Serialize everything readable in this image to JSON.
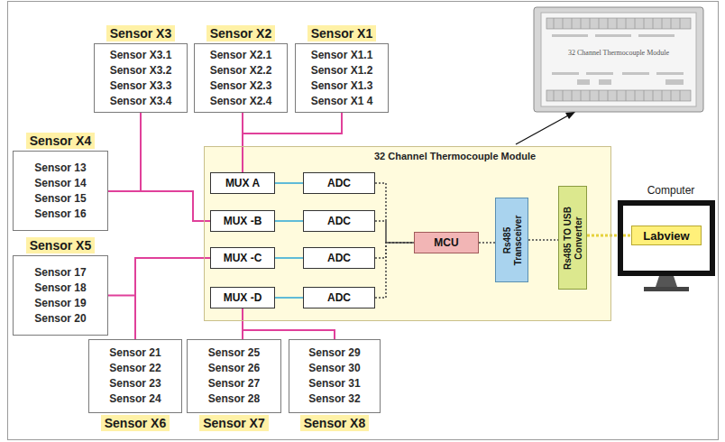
{
  "diagram": {
    "nodes": [
      {
        "text": [
          "Sensor X3",
          "Sensor X3.1",
          "Sensor X3.2",
          "Sensor X3.3",
          "Sensor X3.4"
        ]
      },
      {
        "text": [
          "Sensor X2",
          "Sensor X2.1",
          "Sensor X2.2",
          "Sensor X2.3",
          "Sensor X2.4"
        ]
      },
      {
        "text": [
          "Sensor X1",
          "Sensor X1.1",
          "Sensor X1.2",
          "Sensor X1.3",
          "Sensor X1 4"
        ]
      },
      {
        "text": [
          "Sensor X4",
          "Sensor 13",
          "Sensor 14",
          "Sensor 15",
          "Sensor 16"
        ]
      },
      {
        "text": [
          "Sensor X5",
          "Sensor 17",
          "Sensor 18",
          "Sensor 19",
          "Sensor 20"
        ]
      },
      {
        "text": [
          "32 Channel Thermocouple Module"
        ]
      },
      {
        "text": [
          "MUX A"
        ],
        "in": 5
      },
      {
        "text": [
          "ADC"
        ],
        "in": 5
      },
      {
        "text": [
          "MUX -B"
        ],
        "in": 5
      },
      {
        "text": [
          "ADC"
        ],
        "in": 5
      },
      {
        "text": [
          "MUX -C"
        ],
        "in": 5
      },
      {
        "text": [
          "ADC"
        ],
        "in": 5
      },
      {
        "text": [
          "MUX -D"
        ],
        "in": 5
      },
      {
        "text": [
          "ADC"
        ],
        "in": 5
      },
      {
        "text": [
          "MCU"
        ],
        "in": 5
      },
      {
        "text": [
          "Rs485 Transceiver"
        ],
        "in": 5
      },
      {
        "text": [
          "Rs485 TO USB Converter"
        ],
        "in": 5
      },
      {
        "text": [
          "Computer"
        ]
      },
      {
        "text": [
          "Labview"
        ],
        "in": 17
      },
      {
        "text": [
          "Sensor X6",
          "Sensor 21",
          "Sensor 22",
          "Sensor 23",
          "Sensor 24"
        ]
      },
      {
        "text": [
          "Sensor X7",
          "Sensor 25",
          "Sensor 26",
          "Sensor 27",
          "Sensor 28"
        ]
      },
      {
        "text": [
          "Sensor X8",
          "Sensor 29",
          "Sensor 30",
          "Sensor 31",
          "Sensor 32"
        ]
      }
    ],
    "edges": [
      {
        "from": 0,
        "to": 8,
        "arrow": "none"
      },
      {
        "from": 3,
        "to": 8,
        "arrow": "none"
      },
      {
        "from": 1,
        "to": 6,
        "arrow": "none"
      },
      {
        "from": 2,
        "to": 6,
        "arrow": "none"
      },
      {
        "from": 4,
        "to": 10,
        "arrow": "none"
      },
      {
        "from": 19,
        "to": 10,
        "arrow": "none"
      },
      {
        "from": 20,
        "to": 12,
        "arrow": "none"
      },
      {
        "from": 21,
        "to": 12,
        "arrow": "none"
      },
      {
        "from": 6,
        "to": 7,
        "arrow": "none"
      },
      {
        "from": 8,
        "to": 9,
        "arrow": "none"
      },
      {
        "from": 10,
        "to": 11,
        "arrow": "none"
      },
      {
        "from": 12,
        "to": 13,
        "arrow": "none"
      },
      {
        "from": 7,
        "to": 14,
        "arrow": "none"
      },
      {
        "from": 9,
        "to": 14,
        "arrow": "none"
      },
      {
        "from": 11,
        "to": 14,
        "arrow": "none"
      },
      {
        "from": 13,
        "to": 14,
        "arrow": "none"
      },
      {
        "from": 14,
        "to": 15,
        "arrow": "none"
      },
      {
        "from": 15,
        "to": 16,
        "arrow": "none"
      },
      {
        "from": 16,
        "to": 18,
        "arrow": "none"
      }
    ],
    "labels": [
      "32 Channel Thermocouple Module"
    ]
  }
}
